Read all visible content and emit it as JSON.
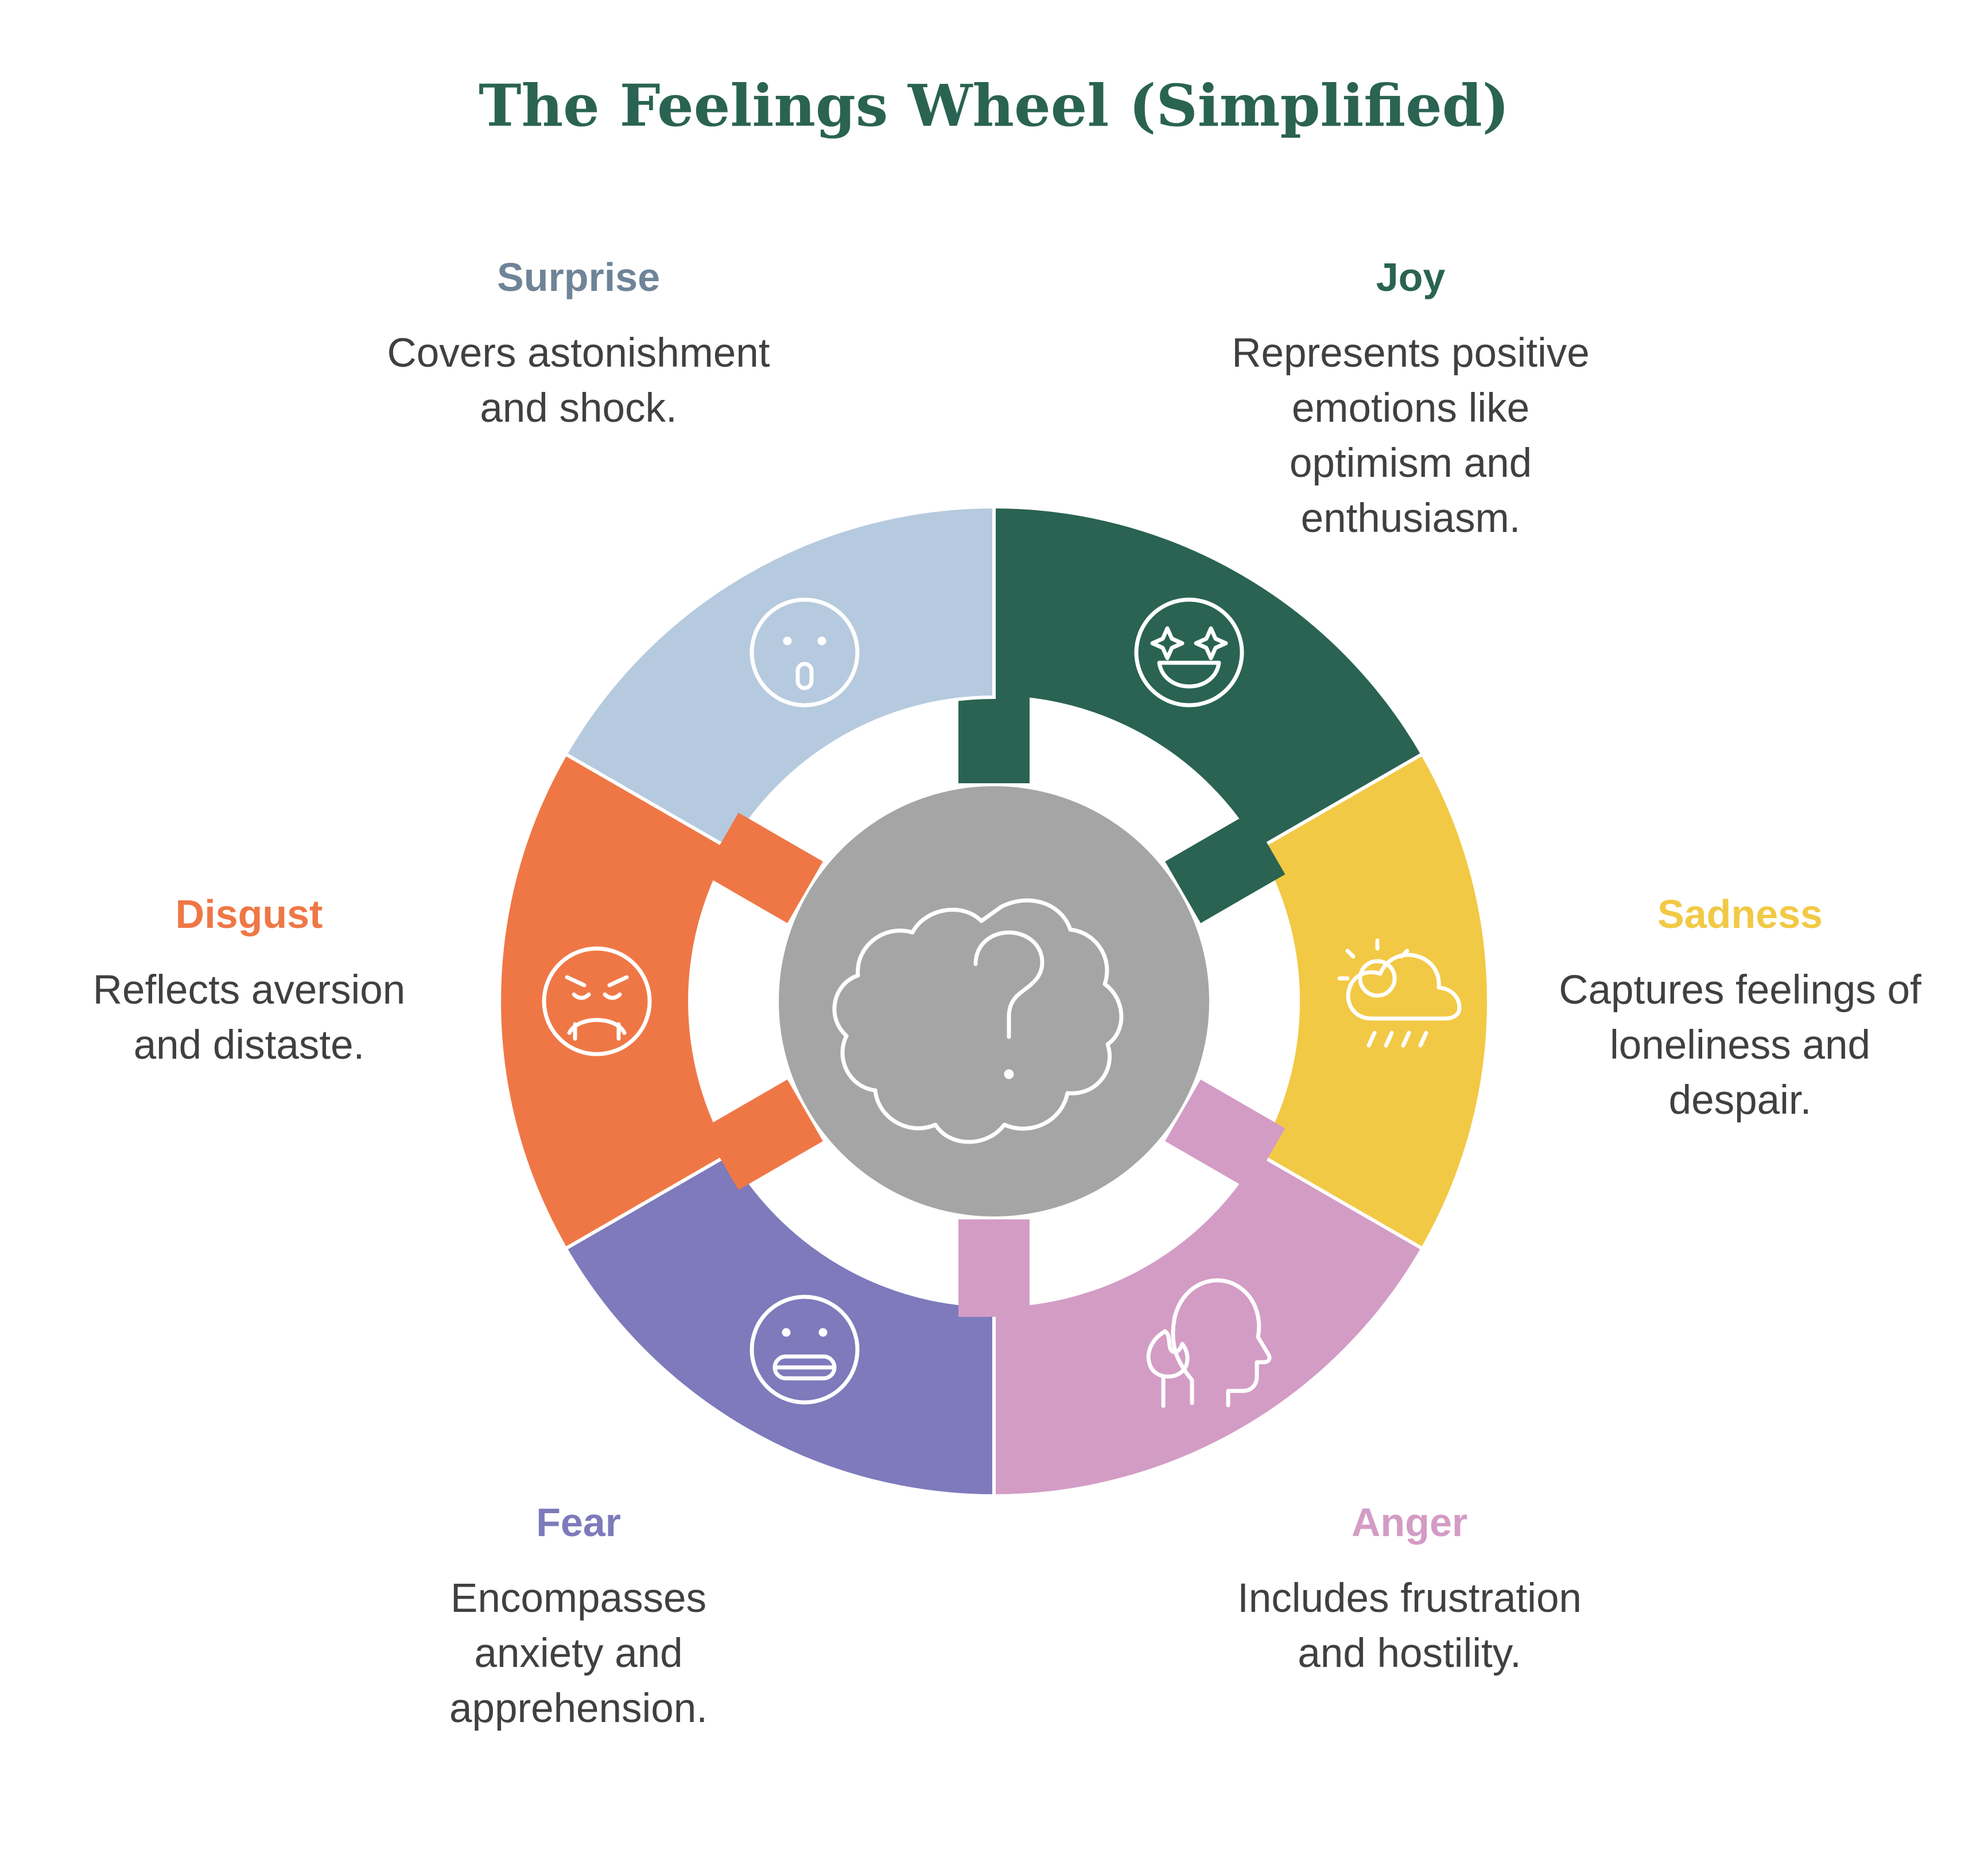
{
  "title": "The Feelings Wheel (Simplified)",
  "colors": {
    "title": "#2a6352",
    "center": "#a5a5a5",
    "text": "#404040"
  },
  "center_icon": "head-question-icon",
  "emotions": [
    {
      "name": "Joy",
      "description": "Represents positive emotions like optimism and enthusiasm.",
      "color": "#2a6352",
      "icon": "star-eyes-smile-icon"
    },
    {
      "name": "Sadness",
      "description": "Captures feelings of loneliness and despair.",
      "color": "#f2c945",
      "icon": "sun-rain-cloud-icon"
    },
    {
      "name": "Anger",
      "description": "Includes frustration and hostility.",
      "color": "#d39cc5",
      "icon": "flame-head-icon"
    },
    {
      "name": "Fear",
      "description": "Encompasses anxiety and apprehension.",
      "color": "#7e7abb",
      "icon": "grimace-face-icon"
    },
    {
      "name": "Disgust",
      "description": "Reflects aversion and distaste.",
      "color": "#ef7746",
      "icon": "disgusted-face-icon"
    },
    {
      "name": "Surprise",
      "description": "Covers astonishment and shock.",
      "color": "#b6cadf",
      "icon": "surprised-face-icon"
    }
  ]
}
